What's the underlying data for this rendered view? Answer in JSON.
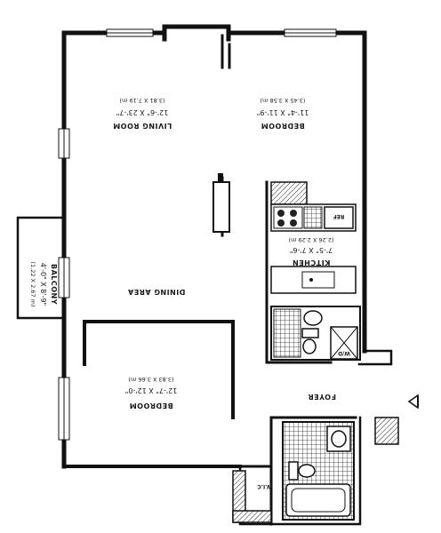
{
  "living_room": {
    "name": "LIVING ROOM",
    "dimensions": "12'-6\" X 23'-7\"",
    "metric": "(3.81 X 7.19 m)"
  },
  "bedroom_1": {
    "name": "BEDROOM",
    "dimensions": "11'-4\" X 11'-9\"",
    "metric": "(3.45 X 3.58 m)"
  },
  "kitchen": {
    "name": "KITCHEN",
    "dimensions": "7'-5\" X 7'-6\"",
    "metric": "(2.26 X 2.29 m)"
  },
  "balcony": {
    "name": "BALCONY",
    "dimensions": "4'-0\" X 8'-9\"",
    "metric": "(1.22 X 2.67 m)"
  },
  "dining": {
    "name": "DINING AREA"
  },
  "bedroom_2": {
    "name": "BEDROOM",
    "dimensions": "12'-7\" X 12'-0\"",
    "metric": "(3.83 X 3.66 m)"
  },
  "foyer": {
    "name": "FOYER"
  },
  "wic": {
    "name": "W.I.C"
  },
  "refrigerator": {
    "label": "REF"
  },
  "washer_dryer": {
    "label": "W/D"
  }
}
